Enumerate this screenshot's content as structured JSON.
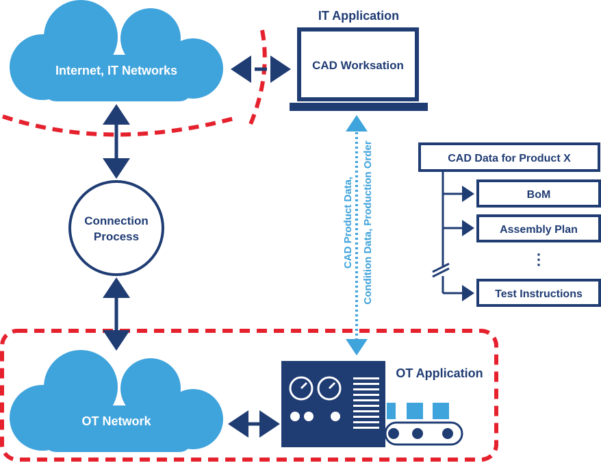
{
  "clouds": {
    "internet_label": "Internet, IT Networks",
    "ot_label": "OT Network"
  },
  "connection_process": {
    "line1": "Connection",
    "line2": "Process"
  },
  "it_application": {
    "title": "IT Application",
    "screen_label": "CAD Worksation"
  },
  "data_link": {
    "line1": "CAD Product Data,",
    "line2": "Condition Data, Production Order"
  },
  "ot_application": {
    "title": "OT Application"
  },
  "cad_tree": {
    "root": "CAD Data for Product X",
    "items": [
      "BoM",
      "Assembly Plan",
      "Test Instructions"
    ],
    "ellipsis": "⋮"
  },
  "colors": {
    "cloud": "#3fa3dc",
    "navy": "#1f3c73",
    "boundary_red": "#e5212d",
    "link_blue": "#3fa3dc"
  }
}
